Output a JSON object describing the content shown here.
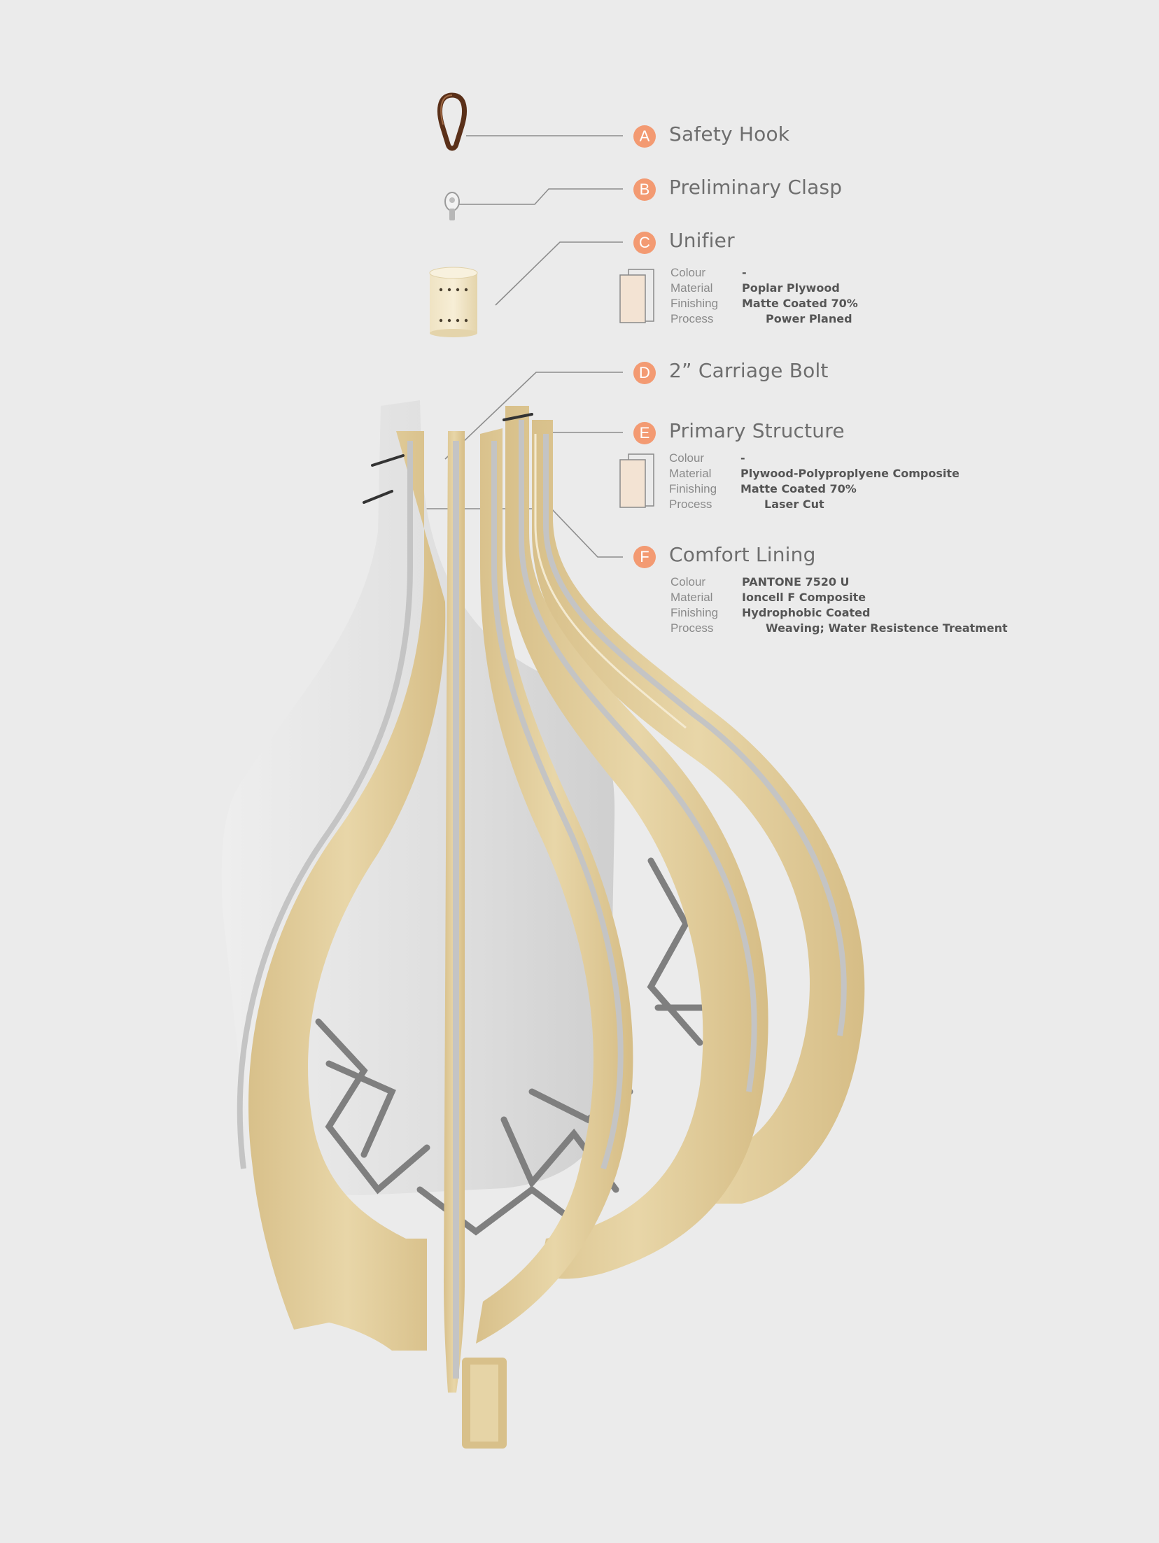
{
  "callouts": [
    {
      "letter": "A",
      "title": "Safety Hook"
    },
    {
      "letter": "B",
      "title": "Preliminary Clasp"
    },
    {
      "letter": "C",
      "title": "Unifier",
      "specs": [
        {
          "key": "Colour",
          "value": "-"
        },
        {
          "key": "Material",
          "value": "Poplar Plywood"
        },
        {
          "key": "Finishing",
          "value": "Matte Coated 70%"
        },
        {
          "key": "Process",
          "value": "Power Planed"
        }
      ]
    },
    {
      "letter": "D",
      "title": "2” Carriage Bolt"
    },
    {
      "letter": "E",
      "title": "Primary Structure",
      "specs": [
        {
          "key": "Colour",
          "value": "-"
        },
        {
          "key": "Material",
          "value": "Plywood-Polyproplyene Composite"
        },
        {
          "key": "Finishing",
          "value": "Matte Coated 70%"
        },
        {
          "key": "Process",
          "value": "Laser Cut"
        }
      ]
    },
    {
      "letter": "F",
      "title": "Comfort Lining",
      "specs": [
        {
          "key": "Colour",
          "value": "PANTONE 7520 U"
        },
        {
          "key": "Material",
          "value": "Ioncell F Composite"
        },
        {
          "key": "Finishing",
          "value": "Hydrophobic Coated"
        },
        {
          "key": "Process",
          "value": "Weaving; Water Resistence Treatment"
        }
      ]
    }
  ],
  "colors": {
    "background": "#ebebeb",
    "badge": "#f39a72",
    "wood": "#e2cf9f",
    "plywood_edge": "#f4ead0",
    "lining": "#c3c3c3",
    "textile": "#e4e4e4",
    "hook": "#6b3c22"
  }
}
